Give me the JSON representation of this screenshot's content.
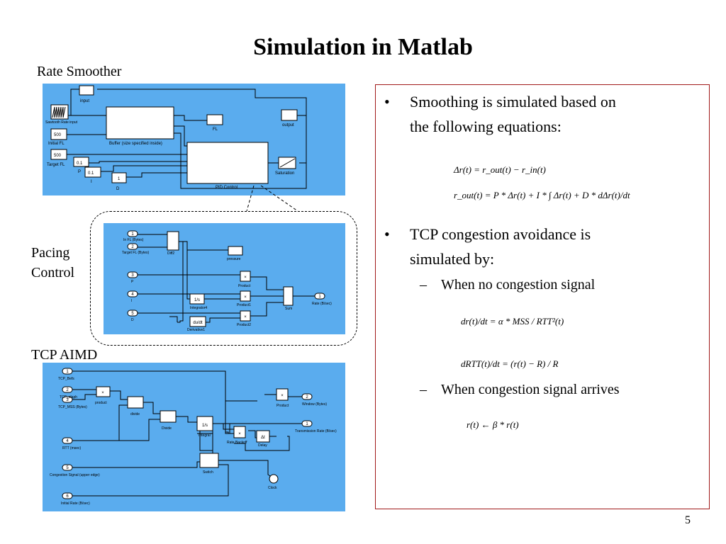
{
  "slide": {
    "title": "Simulation in Matlab",
    "page_number": "5"
  },
  "diagrams": {
    "rate_smoother": {
      "label": "Rate Smoother",
      "blocks": {
        "input": "input",
        "sawtooth": "Sawtooth Rate input",
        "const_500a": "500",
        "initial_fl": "Initial FL",
        "const_500b": "500",
        "target_fl": "Target FL",
        "p_val": "0.1",
        "p": "P",
        "i_val": "0.1",
        "i": "I",
        "d_val": "1",
        "d": "D",
        "buffer": "Buffer (size specified inside)",
        "fl": "FL",
        "output": "output",
        "pid": "PID Control",
        "saturation": "Saturation"
      }
    },
    "pacing_control": {
      "label_line1": "Pacing",
      "label_line2": "Control",
      "blocks": {
        "in1": "In FL (Bytes)",
        "in2": "Target FL (Bytes)",
        "in3": "P",
        "in4": "I",
        "in5": "D",
        "diff": "Diff2",
        "pressure": "pressure",
        "integrator": "Integrator4",
        "derivative": "Derivative1",
        "product": "Product",
        "product1": "Product1",
        "product2": "Product2",
        "sum": "Sum",
        "rate": "Rate (B/sec)"
      }
    },
    "tcp_aimd": {
      "label": "TCP AIMD",
      "blocks": {
        "in1": "TCP_Befs",
        "in2": "TCP_alaph",
        "in3": "TCP_MSS (Bytes)",
        "in4": "RTT (msec)",
        "in5": "Congestion Signal (upper edge)",
        "in6": "Initial Rate (B/sec)",
        "product": "product",
        "divide": "divide",
        "divide2": "Divide",
        "integral": "Integral",
        "rate_backoff": "Rate Backoff",
        "delay": "Delay",
        "switch": "Switch",
        "clock": "Clock",
        "product2": "Product",
        "window": "Window (Bytes)",
        "transmission": "Transmission Rate (B/sec)"
      }
    }
  },
  "bullets": [
    {
      "text_line1": "Smoothing is simulated based on",
      "text_line2": "the following equations:"
    },
    {
      "text_line1": "TCP congestion avoidance is",
      "text_line2": "simulated by:"
    }
  ],
  "subbullets": [
    "When no congestion signal",
    "When congestion signal arrives"
  ],
  "equations": {
    "eq1": "Δr(t) = r_out(t) − r_in(t)",
    "eq2": "r_out(t) = P * Δr(t) + I * ∫ Δr(t) + D * dΔr(t)/dt",
    "eq3": "dr(t)/dt = α * MSS / RTT²(t)",
    "eq4": "dRTT(t)/dt = (r(t) − R) / R",
    "eq5": "r(t) ← β * r(t)"
  },
  "colors": {
    "panel_blue": "#5aacee",
    "red_border": "#a01818"
  }
}
